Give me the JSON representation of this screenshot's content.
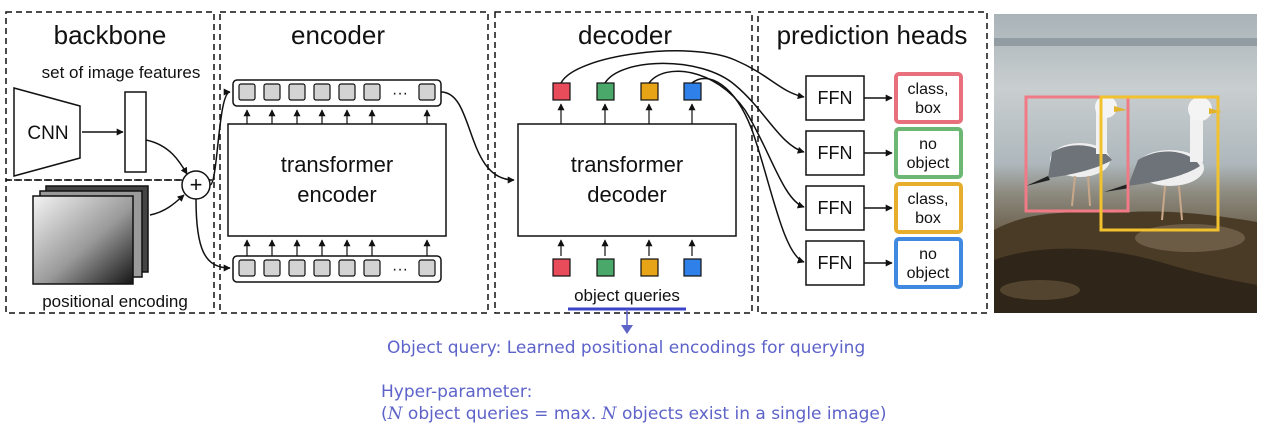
{
  "sections": {
    "backbone": "backbone",
    "encoder": "encoder",
    "decoder": "decoder",
    "prediction_heads": "prediction heads"
  },
  "backbone": {
    "features_label": "set of image features",
    "cnn_label": "CNN",
    "plus_symbol": "+",
    "positional_label": "positional encoding"
  },
  "encoder": {
    "line1": "transformer",
    "line2": "encoder",
    "ellipsis": "···"
  },
  "decoder": {
    "line1": "transformer",
    "line2": "decoder",
    "queries_label": "object queries"
  },
  "heads": {
    "ffn_label": "FFN",
    "outputs": [
      {
        "line1": "class,",
        "line2": "box",
        "color": "#e8707c"
      },
      {
        "line1": "no",
        "line2": "object",
        "color": "#6db775"
      },
      {
        "line1": "class,",
        "line2": "box",
        "color": "#e6ae2c"
      },
      {
        "line1": "no",
        "line2": "object",
        "color": "#3f8ae0"
      }
    ]
  },
  "query_colors": [
    "#e84c5a",
    "#4aa86a",
    "#e8a417",
    "#2f80e8"
  ],
  "annotation": {
    "line1": "Object query: Learned positional encodings for querying",
    "line2": "Hyper-parameter:",
    "line3_open": "(",
    "var_n": "N",
    "line3_mid": " object queries = max. ",
    "line3_end": " objects exist in a single image)"
  },
  "photo": {
    "box_colors": [
      "#f07a85",
      "#f2c12e"
    ]
  }
}
